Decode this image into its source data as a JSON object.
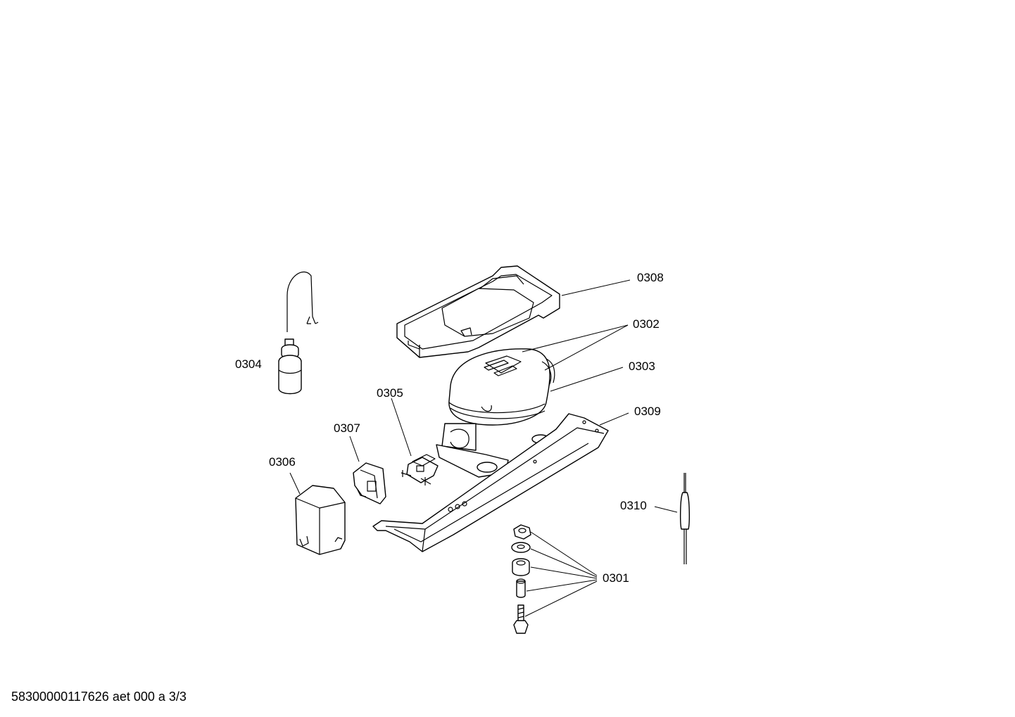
{
  "labels": {
    "p0301": "0301",
    "p0302": "0302",
    "p0303": "0303",
    "p0304": "0304",
    "p0305": "0305",
    "p0306": "0306",
    "p0307": "0307",
    "p0308": "0308",
    "p0309": "0309",
    "p0310": "0310"
  },
  "footer": {
    "document_ref": "58300000117626 aet 000 a 3/3"
  }
}
